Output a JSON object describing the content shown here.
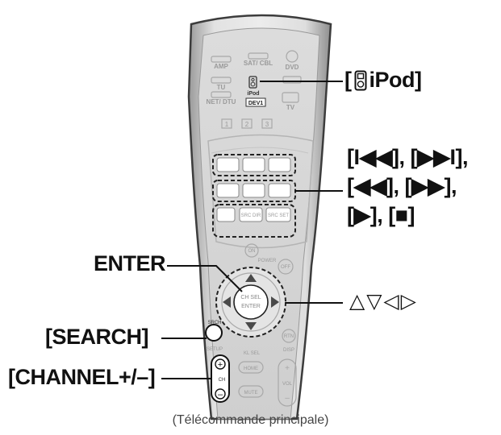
{
  "callouts": {
    "ipod_prefix": "[",
    "ipod_label": "iPod]",
    "transport_line1": "[I◀◀], [▶▶I],",
    "transport_line2": "[◀◀], [▶▶],",
    "transport_line3": "[▶], [■]",
    "enter": "ENTER",
    "cursor_arrows": "△▽◁▷",
    "search": "[SEARCH]",
    "channel": "[CHANNEL+/–]"
  },
  "remote": {
    "sources": {
      "amp": "AMP",
      "sat_cbl": "SAT/ CBL",
      "dvd": "DVD",
      "tu": "TU",
      "ipod": "iPod",
      "net_dtu": "NET/ DTU",
      "dev1": "DEV1",
      "tv": "TV"
    },
    "numbers": [
      "1",
      "2",
      "3"
    ],
    "on": "ON",
    "power": "POWER",
    "off": "OFF",
    "ch_sel": "CH SEL",
    "enter": "ENTER",
    "srch": "SRCH",
    "setup": "SETUP",
    "rtn": "RTN",
    "disp": "DISP",
    "kl_sel": "KL SEL",
    "home": "HOME",
    "mute": "MUTE",
    "ch": "CH",
    "vol": "VOL",
    "src_dir": "SRC DIR",
    "src_set": "SRC SET"
  },
  "caption": "(Télécommande principale)",
  "colors": {
    "remote_body": "#d8d8d8",
    "remote_edge": "#4a4a4a",
    "callout_text": "#111111",
    "caption_text": "#444444"
  }
}
